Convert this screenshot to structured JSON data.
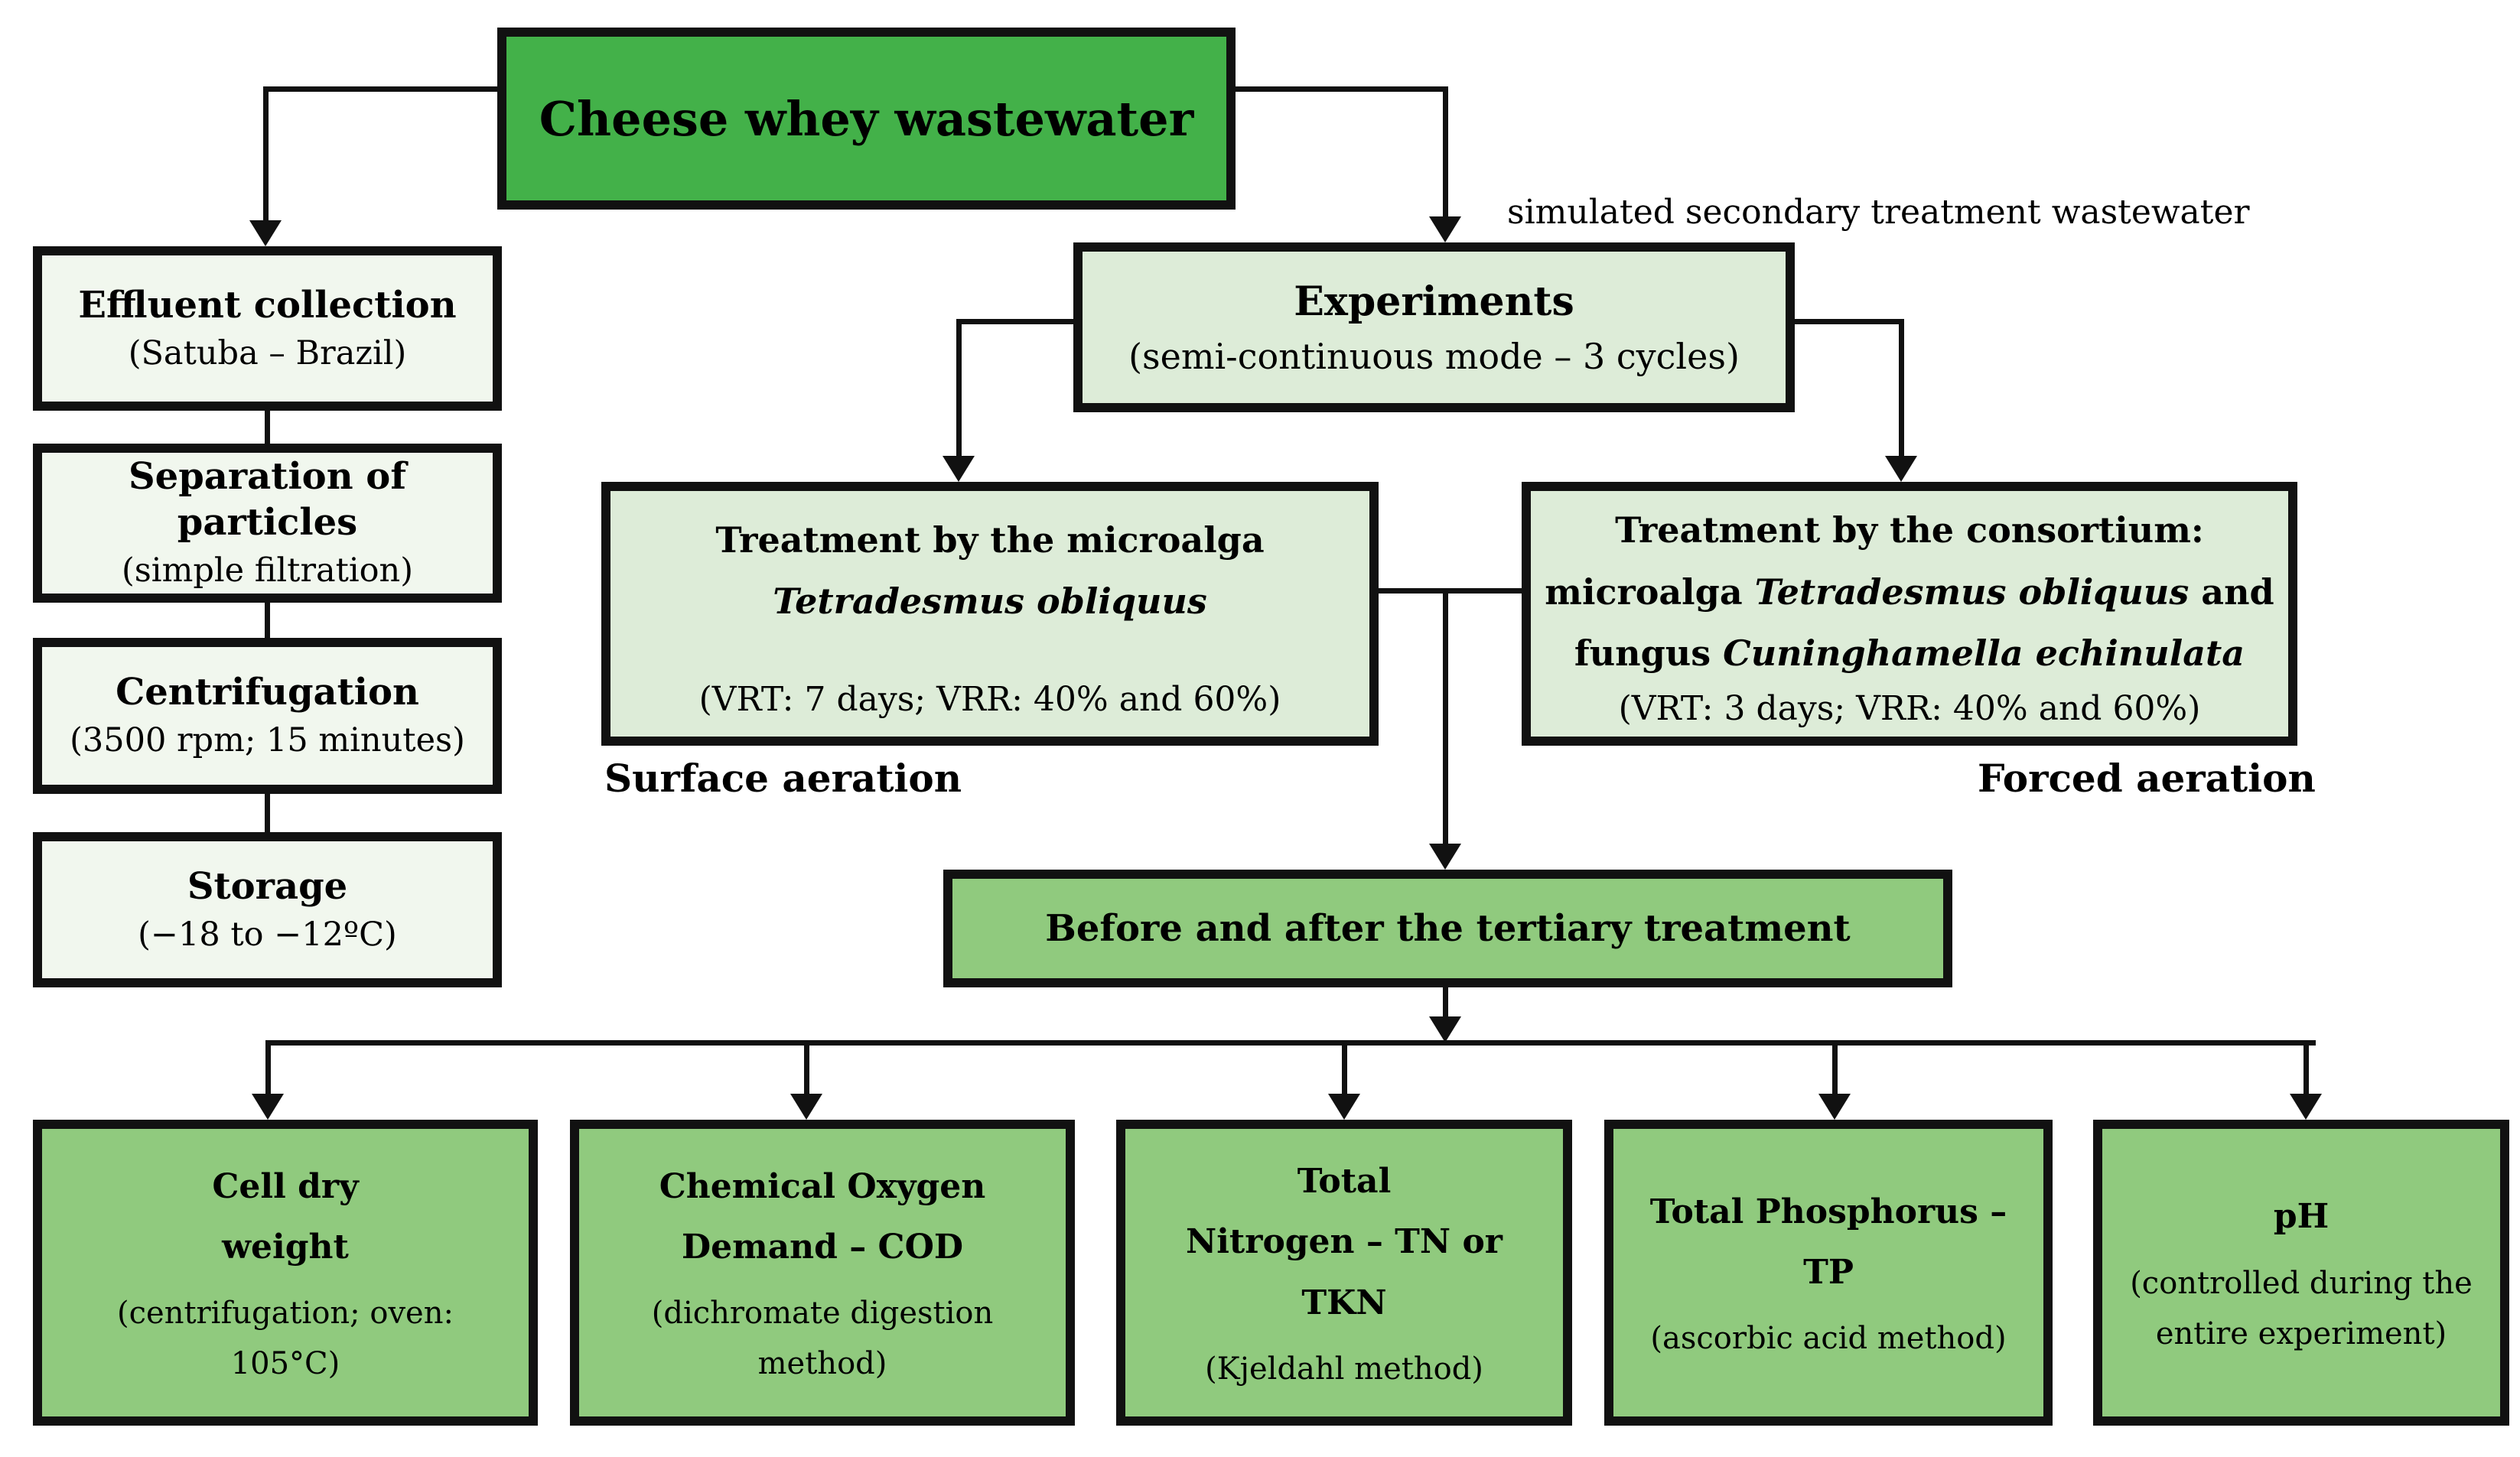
{
  "colors": {
    "source_fill": "#43b149",
    "preparation_fill": "#f1f7ee",
    "experiment_fill": "#ddecd8",
    "result_fill": "#90ca7e",
    "border": "#111111",
    "text": "#000000"
  },
  "source": {
    "title": "Cheese whey wastewater"
  },
  "preparation": [
    {
      "title": "Effluent collection",
      "subtitle": "(Satuba – Brazil)"
    },
    {
      "title": "Separation of particles",
      "subtitle": "(simple filtration)"
    },
    {
      "title": "Centrifugation",
      "subtitle": "(3500 rpm; 15 minutes)"
    },
    {
      "title": "Storage",
      "subtitle": "(−18 to −12ºC)"
    }
  ],
  "annotations": {
    "secondary_note": "simulated secondary treatment wastewater",
    "surface_aeration": "Surface aeration",
    "forced_aeration": "Forced aeration"
  },
  "experiments": {
    "title": "Experiments",
    "subtitle": "(semi-continuous mode – 3 cycles)"
  },
  "microalga_treatment": {
    "line1": "Treatment by the microalga",
    "species": "Tetradesmus obliquus",
    "subtitle": "(VRT: 7 days; VRR: 40% and 60%)"
  },
  "consortium_treatment": {
    "line1": "Treatment by the consortium:",
    "line2_prefix": "microalga ",
    "line2_species": "Tetradesmus obliquus",
    "line2_suffix": " and",
    "line3_prefix": "fungus ",
    "line3_species": "Cuninghamella echinulata",
    "subtitle": "(VRT: 3 days; VRR: 40% and 60%)"
  },
  "tertiary": {
    "title": "Before and after the tertiary treatment"
  },
  "analyses": [
    {
      "title": "Cell dry\nweight",
      "subtitle": "(centrifugation; oven:\n105°C)"
    },
    {
      "title": "Chemical Oxygen\nDemand – COD",
      "subtitle": "(dichromate digestion\nmethod)"
    },
    {
      "title": "Total\nNitrogen – TN or\nTKN",
      "subtitle": "(Kjeldahl method)"
    },
    {
      "title": "Total Phosphorus –\nTP",
      "subtitle": "(ascorbic acid method)"
    },
    {
      "title": "pH",
      "subtitle": "(controlled during the\nentire experiment)"
    }
  ]
}
